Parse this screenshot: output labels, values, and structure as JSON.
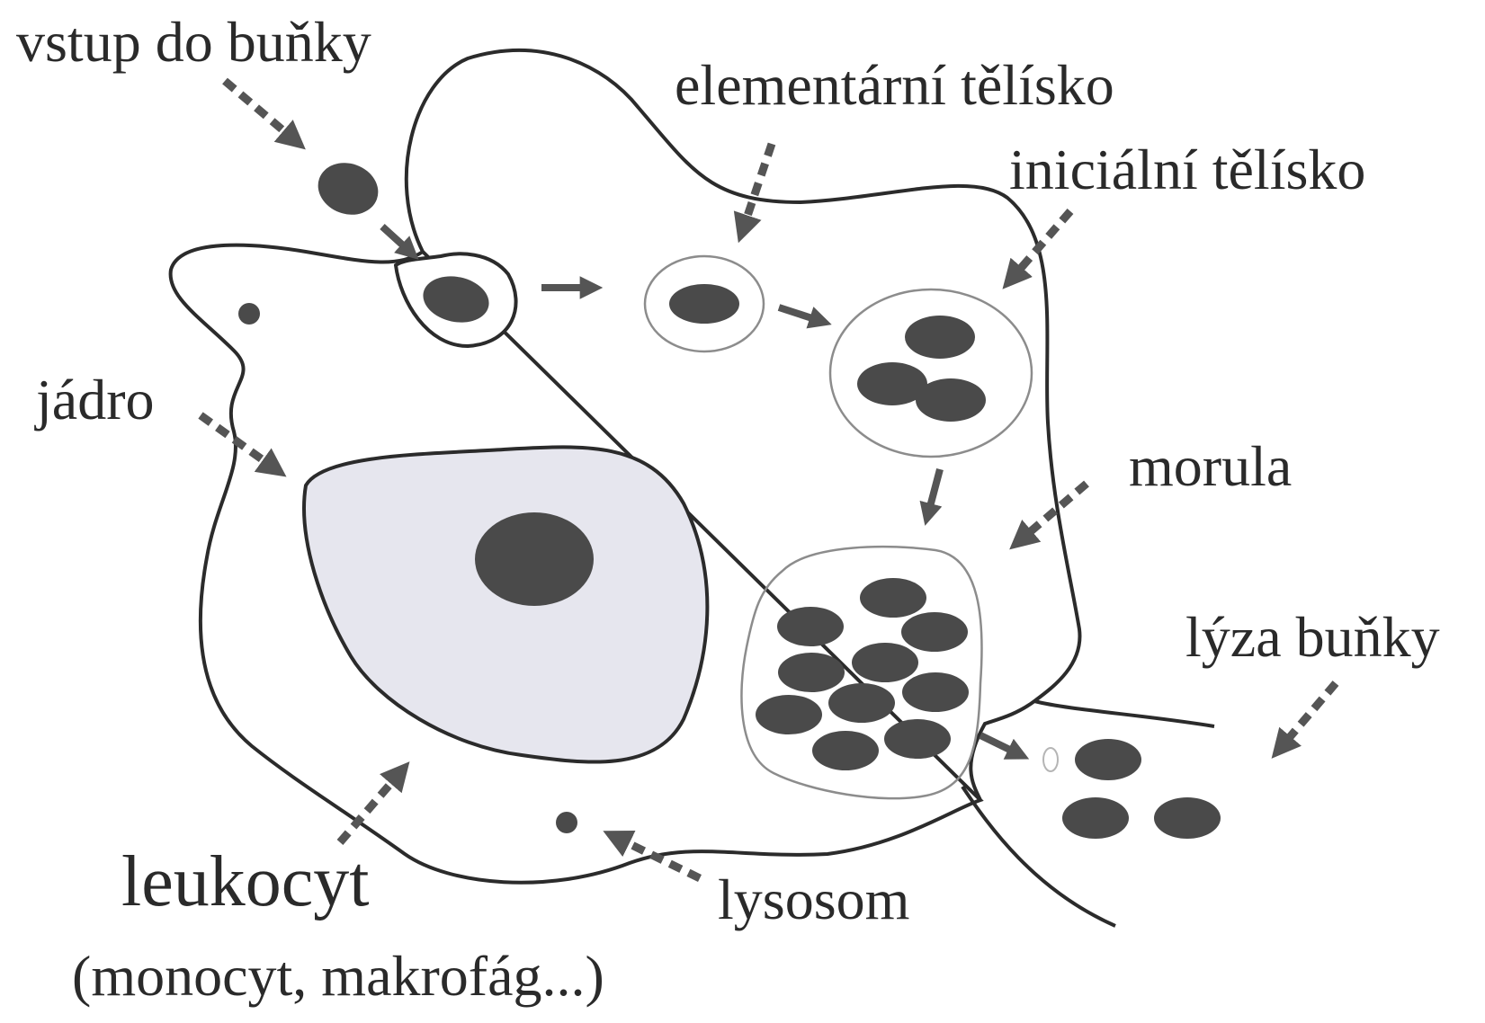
{
  "labels": {
    "cell_entry": "vstup do buňky",
    "elementary_body": "elementární tělísko",
    "initial_body": "iniciální tělísko",
    "nucleus": "jádro",
    "morula": "morula",
    "cell_lysis": "lýza buňky",
    "leukocyte": "leukocyt",
    "leukocyte_note": "(monocyt, makrofág...)",
    "lysosome": "lysosom"
  },
  "colors": {
    "outline": "#2b2b2b",
    "body_fill": "#4a4a4a",
    "arrow": "#555555",
    "nucleus_fill": "#e6e6ee",
    "vacuole_stroke": "#8c8c8c"
  },
  "icons": {
    "arrow_dashed": "dashed-arrow",
    "arrow_solid": "solid-arrow"
  }
}
